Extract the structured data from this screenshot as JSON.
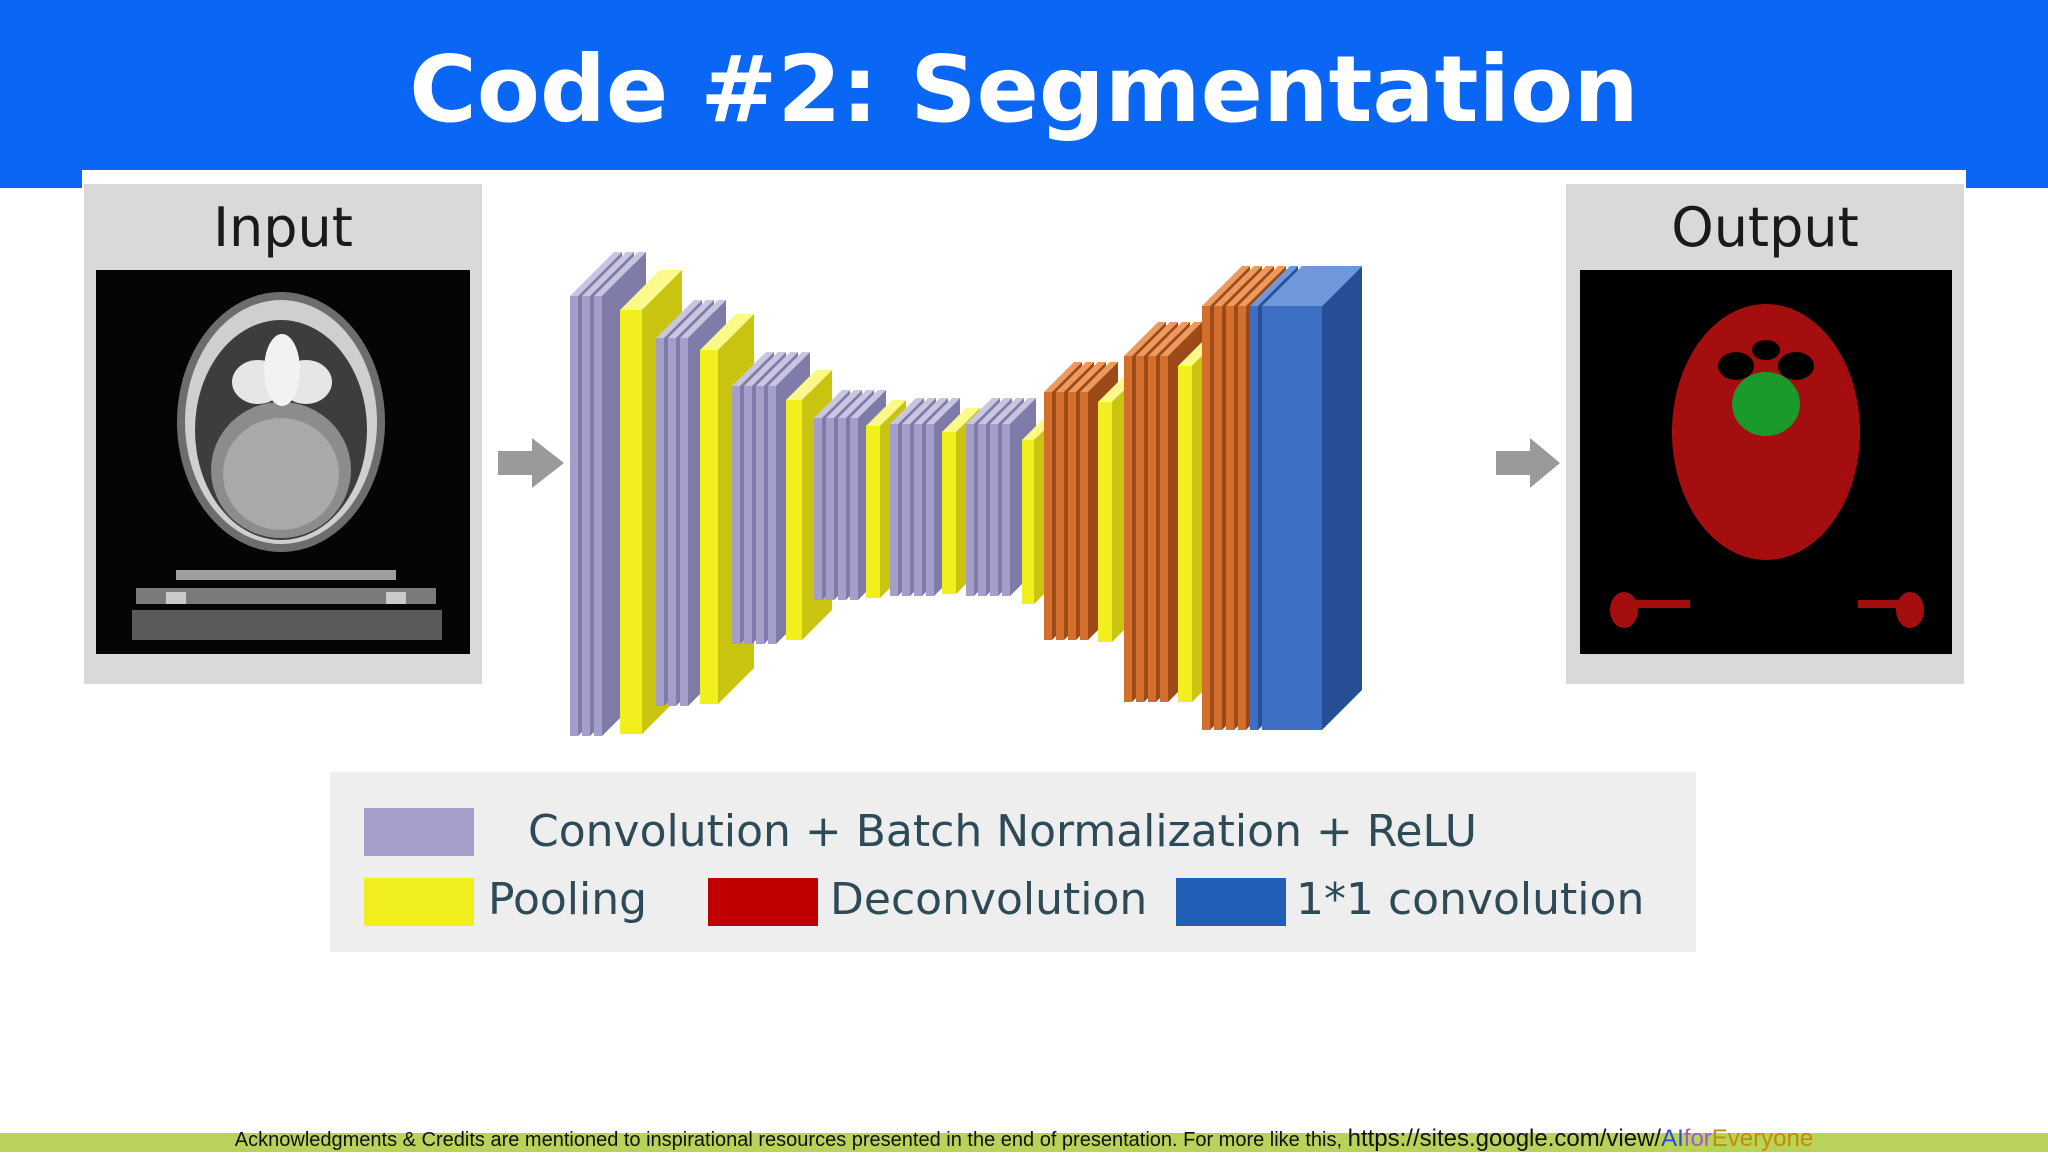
{
  "slide": {
    "title": "Code #2: Segmentation"
  },
  "diagram": {
    "input_label": "Input",
    "output_label": "Output",
    "colors": {
      "conv_bn_relu": "#a39fca",
      "pooling": "#f2ef1f",
      "deconvolution": "#d36e2c",
      "conv_1x1": "#3d6fc4",
      "legend_deconv_swatch": "#c00000",
      "arrow": "#9a9a9a",
      "output_region_main": "#a50e0e",
      "output_region_inner": "#1a9a2a"
    },
    "legend": {
      "conv_bn_relu": "Convolution + Batch Normalization + ReLU",
      "pooling": "Pooling",
      "deconvolution": "Deconvolution",
      "conv_1x1": "1*1 convolution"
    }
  },
  "footer": {
    "text": "Acknowledgments & Credits are mentioned to inspirational resources presented in the end of presentation.  For more like this, ",
    "link_prefix": "https://sites.google.com/view/",
    "link_a": "AI",
    "link_b": "for",
    "link_c": "Everyone"
  }
}
